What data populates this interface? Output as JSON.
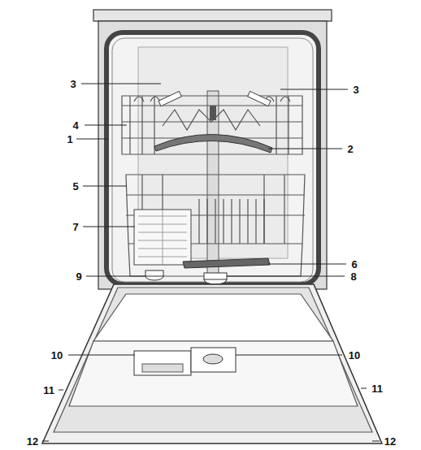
{
  "diagram": {
    "labels": [
      "3",
      "3",
      "4",
      "1",
      "2",
      "5",
      "7",
      "6",
      "9",
      "8",
      "10",
      "10",
      "11",
      "11",
      "12",
      "12"
    ]
  }
}
